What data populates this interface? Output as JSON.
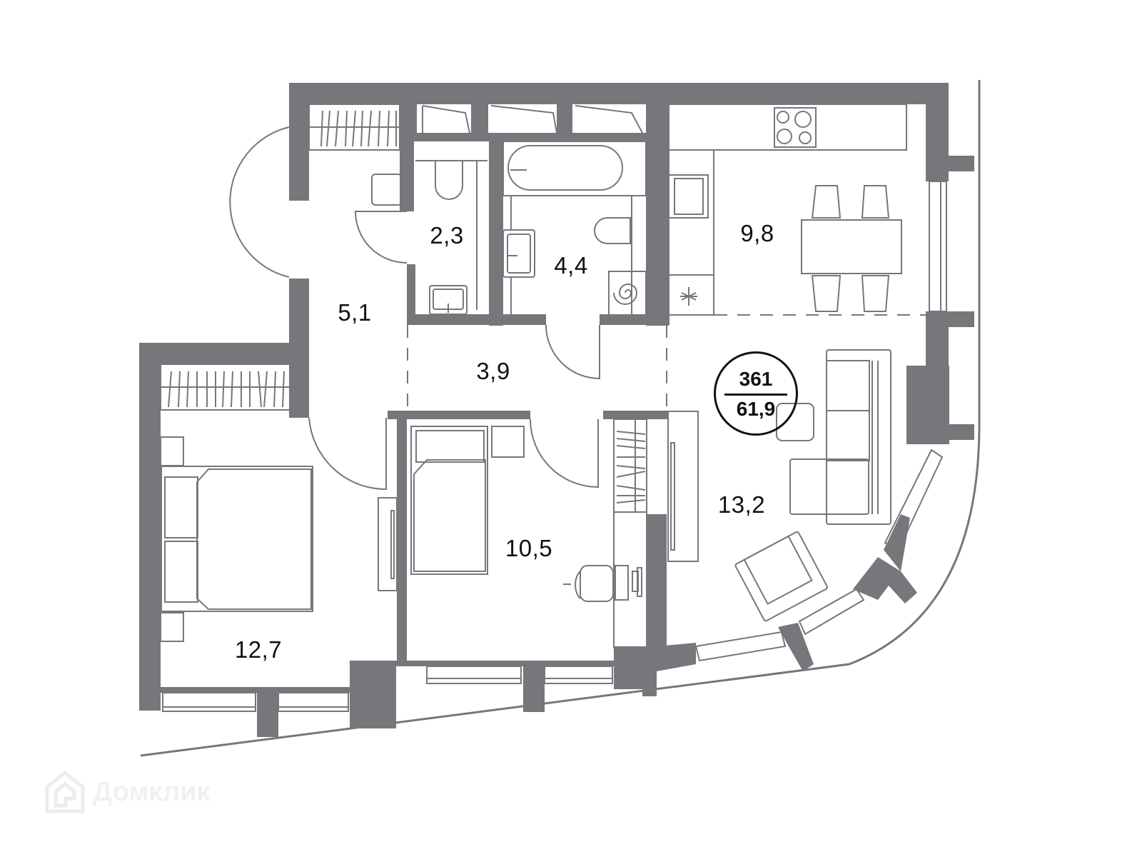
{
  "plan": {
    "apartment_number": "361",
    "total_area": "61,9",
    "wall_color": "#77767b",
    "rooms": [
      {
        "id": "hall",
        "label": "5,1",
        "type": "hallway"
      },
      {
        "id": "wc",
        "label": "2,3",
        "type": "toilet"
      },
      {
        "id": "bath",
        "label": "4,4",
        "type": "bathroom"
      },
      {
        "id": "kitchen",
        "label": "9,8",
        "type": "kitchen"
      },
      {
        "id": "corridor",
        "label": "3,9",
        "type": "corridor"
      },
      {
        "id": "living",
        "label": "13,2",
        "type": "living-room"
      },
      {
        "id": "bedroom1",
        "label": "12,7",
        "type": "bedroom"
      },
      {
        "id": "bedroom2",
        "label": "10,5",
        "type": "bedroom"
      }
    ]
  },
  "watermark": {
    "text": "Домклик"
  }
}
